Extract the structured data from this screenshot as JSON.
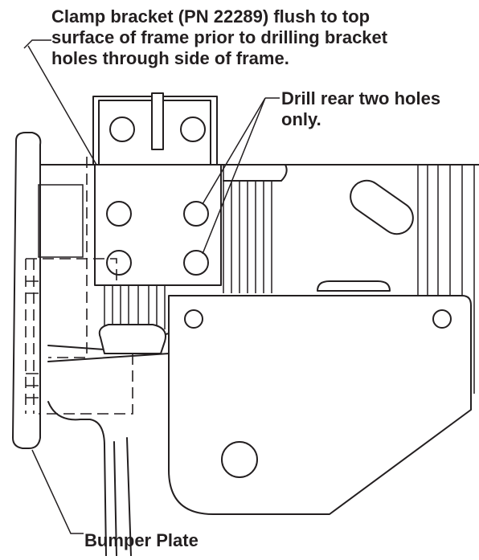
{
  "callouts": {
    "clamp_instruction": {
      "lines": [
        "Clamp bracket (PN 22289) flush to top",
        "surface of frame prior to drilling bracket",
        "holes through side of frame."
      ]
    },
    "drill_instruction": {
      "lines": [
        "Drill rear two holes",
        "only."
      ]
    },
    "bumper_label": "Bumper Plate"
  },
  "colors": {
    "line": "#231f20",
    "background": "#ffffff"
  }
}
